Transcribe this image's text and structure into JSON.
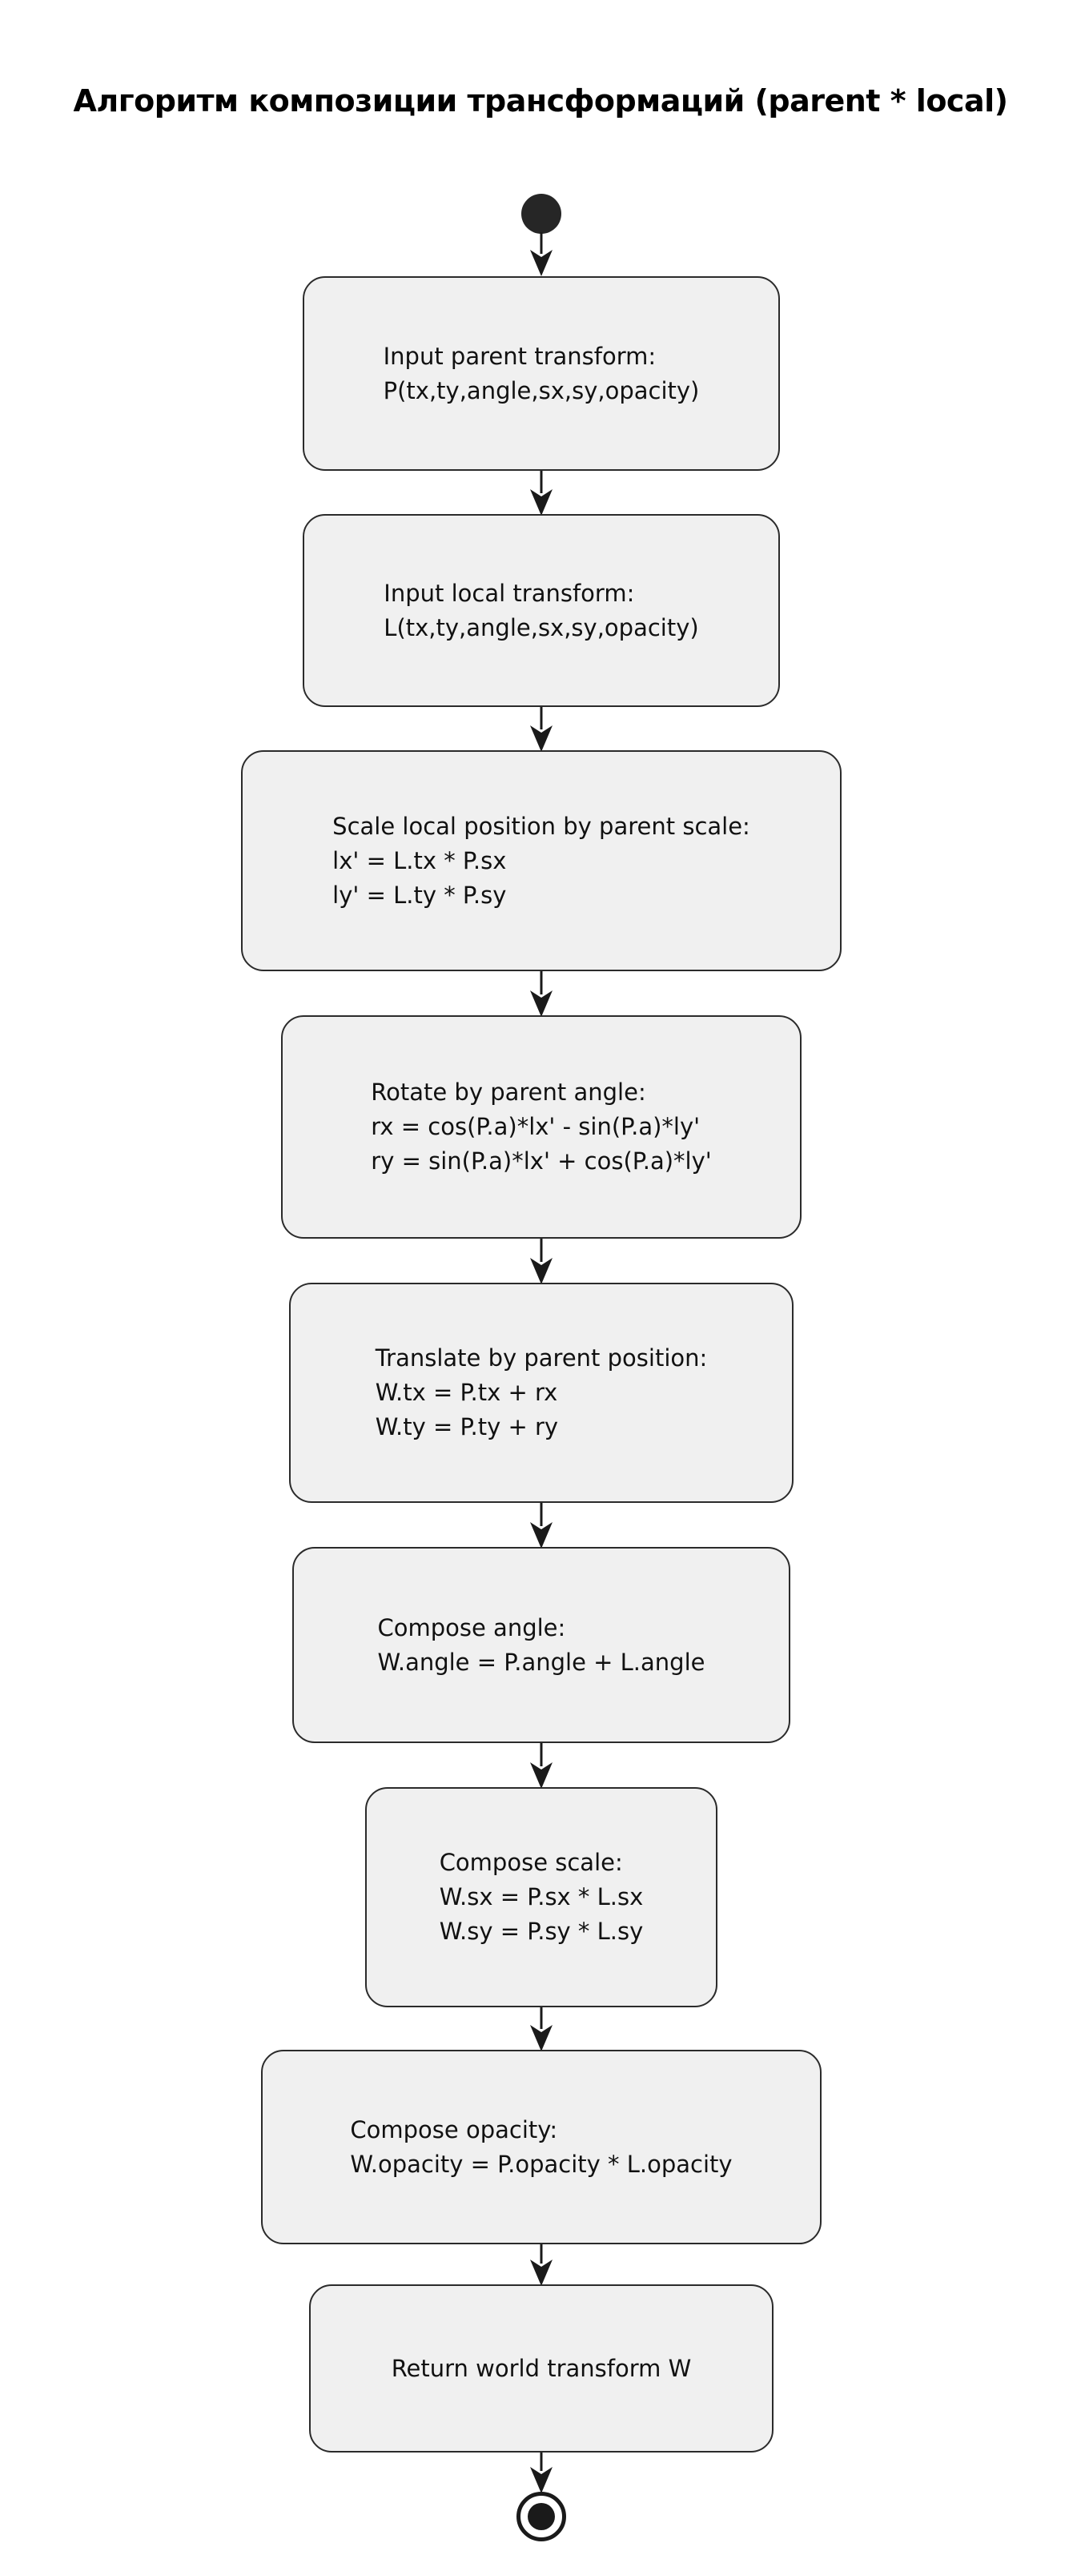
{
  "title": "Алгоритм композиции трансформаций (parent * local)",
  "colors": {
    "node_fill": "#f0f0f0",
    "node_border": "#2b2b2b",
    "arrow": "#1a1a1a",
    "node_text": "#111111",
    "title_text": "#000000"
  },
  "flowchart": {
    "direction": "top-to-bottom",
    "start_symbol": "filled-circle",
    "end_symbol": "ringed-circle",
    "nodes": [
      {
        "id": "input-parent-transform",
        "lines": [
          "Input parent transform:",
          "P(tx,ty,angle,sx,sy,opacity)"
        ]
      },
      {
        "id": "input-local-transform",
        "lines": [
          "Input local transform:",
          "L(tx,ty,angle,sx,sy,opacity)"
        ]
      },
      {
        "id": "scale-local-position",
        "lines": [
          "Scale local position by parent scale:",
          "lx' = L.tx * P.sx",
          "ly' = L.ty * P.sy"
        ]
      },
      {
        "id": "rotate-by-parent-angle",
        "lines": [
          "Rotate by parent angle:",
          "rx = cos(P.a)*lx' - sin(P.a)*ly'",
          "ry = sin(P.a)*lx' + cos(P.a)*ly'"
        ]
      },
      {
        "id": "translate-by-parent-position",
        "lines": [
          "Translate by parent position:",
          "W.tx = P.tx + rx",
          "W.ty = P.ty + ry"
        ]
      },
      {
        "id": "compose-angle",
        "lines": [
          "Compose angle:",
          "W.angle = P.angle + L.angle"
        ]
      },
      {
        "id": "compose-scale",
        "lines": [
          "Compose scale:",
          "W.sx = P.sx * L.sx",
          "W.sy = P.sy * L.sy"
        ]
      },
      {
        "id": "compose-opacity",
        "lines": [
          "Compose opacity:",
          "W.opacity = P.opacity * L.opacity"
        ]
      },
      {
        "id": "return-world-transform",
        "lines": [
          "Return world transform W"
        ]
      }
    ]
  }
}
